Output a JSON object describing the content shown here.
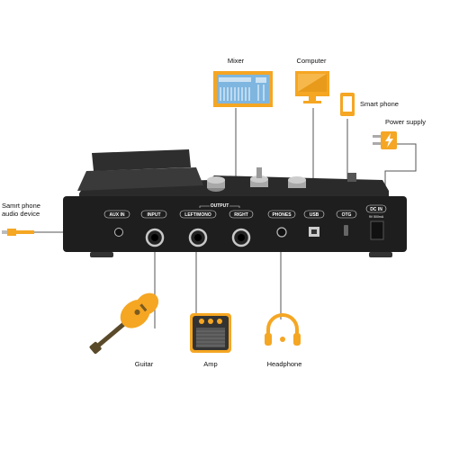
{
  "devices": {
    "mixer": "Mixer",
    "computer": "Computer",
    "smart_phone": "Smart phone",
    "power_supply": "Power supply",
    "phone_audio": [
      "Samrt phone",
      "audio device"
    ],
    "guitar": "Guitar",
    "amp": "Amp",
    "headphone": "Headphone"
  },
  "ports": {
    "aux_in": "AUX IN",
    "input": "INPUT",
    "output_group": "OUTPUT",
    "left_mono": "LEFT/MONO",
    "right": "RIGHT",
    "phones": "PHONES",
    "usb": "USB",
    "otg": "OTG",
    "dc_in": "DC IN",
    "dc_spec": "9V 500mA"
  },
  "colors": {
    "accent": "#F5A623",
    "mixer_blue": "#7EB6E0",
    "line": "#555555",
    "panel": "#1E1E1E"
  }
}
